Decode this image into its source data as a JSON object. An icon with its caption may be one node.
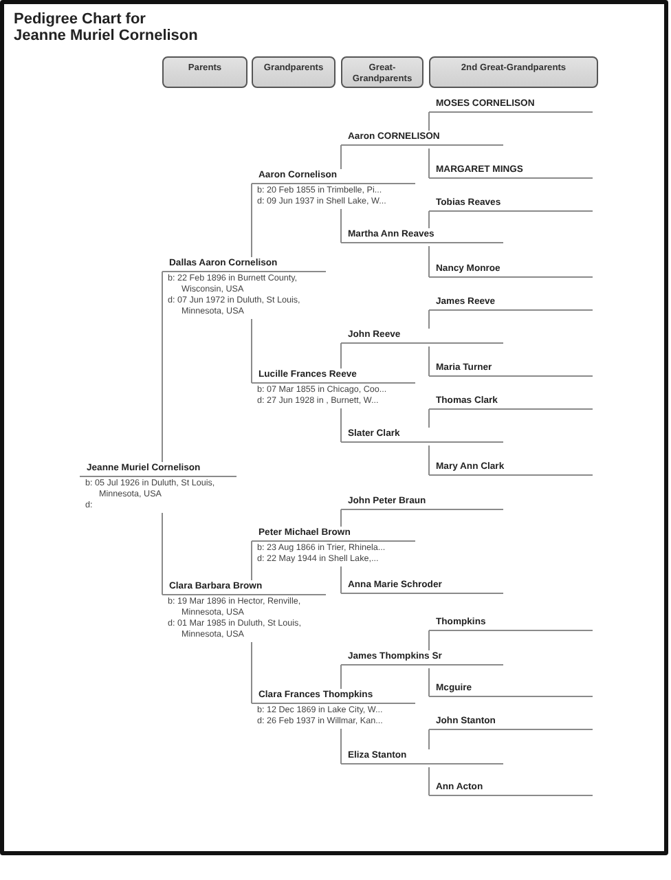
{
  "diagram": {
    "title": "Pedigree Chart for Jeanne Muriel Cornelison",
    "nodes": [
      {
        "text": [
          "Parents"
        ]
      },
      {
        "text": [
          "Grandparents"
        ]
      },
      {
        "text": [
          "Great-Grandparents"
        ]
      },
      {
        "text": [
          "2nd Great-Grandparents"
        ]
      },
      {
        "text": [
          "MOSES CORNELISON"
        ]
      },
      {
        "text": [
          "Aaron CORNELISON"
        ]
      },
      {
        "text": [
          "MARGARET MINGS"
        ]
      },
      {
        "text": [
          "Aaron Cornelison",
          "b: 20 Feb 1855 in Trimbelle, Pi...",
          "d: 09 Jun 1937 in Shell Lake, W..."
        ]
      },
      {
        "text": [
          "Tobias Reaves"
        ]
      },
      {
        "text": [
          "Martha Ann Reaves"
        ]
      },
      {
        "text": [
          "Dallas Aaron Cornelison",
          "b: 22 Feb 1896 in Burnett County, Wisconsin, USA",
          "d: 07 Jun 1972 in Duluth, St Louis, Minnesota, USA"
        ]
      },
      {
        "text": [
          "Nancy Monroe"
        ]
      },
      {
        "text": [
          "James Reeve"
        ]
      },
      {
        "text": [
          "John Reeve"
        ]
      },
      {
        "text": [
          "Maria Turner"
        ]
      },
      {
        "text": [
          "Lucille Frances Reeve",
          "b: 07 Mar 1855 in Chicago, Coo...",
          "d: 27 Jun 1928 in , Burnett, W..."
        ]
      },
      {
        "text": [
          "Thomas Clark"
        ]
      },
      {
        "text": [
          "Slater Clark"
        ]
      },
      {
        "text": [
          "Jeanne Muriel Cornelison",
          "b: 05 Jul 1926 in Duluth, St Louis, Minnesota, USA",
          "d:"
        ]
      },
      {
        "text": [
          "Mary Ann Clark"
        ]
      },
      {
        "text": [
          "John Peter Braun"
        ]
      },
      {
        "text": [
          "Peter Michael Brown",
          "b: 23 Aug 1866 in Trier, Rhinela...",
          "d: 22 May 1944 in Shell Lake,..."
        ]
      },
      {
        "text": [
          "Clara Barbara Brown",
          "b: 19 Mar 1896 in Hector, Renville, Minnesota, USA",
          "d: 01 Mar 1985 in Duluth, St Louis, Minnesota, USA"
        ]
      },
      {
        "text": [
          "Anna Marie Schroder"
        ]
      },
      {
        "text": [
          "Thompkins"
        ]
      },
      {
        "text": [
          "James Thompkins Sr"
        ]
      },
      {
        "text": [
          "Mcguire"
        ]
      },
      {
        "text": [
          "Clara Frances Thompkins",
          "b: 12 Dec 1869 in Lake City, W...",
          "d: 26 Feb 1937 in Willmar, Kan..."
        ]
      },
      {
        "text": [
          "John Stanton"
        ]
      },
      {
        "text": [
          "Eliza Stanton"
        ]
      },
      {
        "text": [
          "Ann Acton"
        ]
      }
    ],
    "edges": [
      {
        "from": 4,
        "to": 5,
        "arrow": "none"
      },
      {
        "from": 6,
        "to": 5,
        "arrow": "none"
      },
      {
        "from": 8,
        "to": 9,
        "arrow": "none"
      },
      {
        "from": 11,
        "to": 9,
        "arrow": "none"
      },
      {
        "from": 5,
        "to": 7,
        "arrow": "none"
      },
      {
        "from": 9,
        "to": 7,
        "arrow": "none"
      },
      {
        "from": 7,
        "to": 10,
        "arrow": "none"
      },
      {
        "from": 15,
        "to": 10,
        "arrow": "none"
      },
      {
        "from": 12,
        "to": 13,
        "arrow": "none"
      },
      {
        "from": 14,
        "to": 13,
        "arrow": "none"
      },
      {
        "from": 16,
        "to": 17,
        "arrow": "none"
      },
      {
        "from": 19,
        "to": 17,
        "arrow": "none"
      },
      {
        "from": 13,
        "to": 15,
        "arrow": "none"
      },
      {
        "from": 17,
        "to": 15,
        "arrow": "none"
      },
      {
        "from": 10,
        "to": 18,
        "arrow": "none"
      },
      {
        "from": 22,
        "to": 18,
        "arrow": "none"
      },
      {
        "from": 20,
        "to": 21,
        "arrow": "none"
      },
      {
        "from": 23,
        "to": 21,
        "arrow": "none"
      },
      {
        "from": 21,
        "to": 22,
        "arrow": "none"
      },
      {
        "from": 27,
        "to": 22,
        "arrow": "none"
      },
      {
        "from": 24,
        "to": 25,
        "arrow": "none"
      },
      {
        "from": 26,
        "to": 25,
        "arrow": "none"
      },
      {
        "from": 28,
        "to": 29,
        "arrow": "none"
      },
      {
        "from": 30,
        "to": 29,
        "arrow": "none"
      },
      {
        "from": 25,
        "to": 27,
        "arrow": "none"
      },
      {
        "from": 29,
        "to": 27,
        "arrow": "none"
      }
    ]
  }
}
